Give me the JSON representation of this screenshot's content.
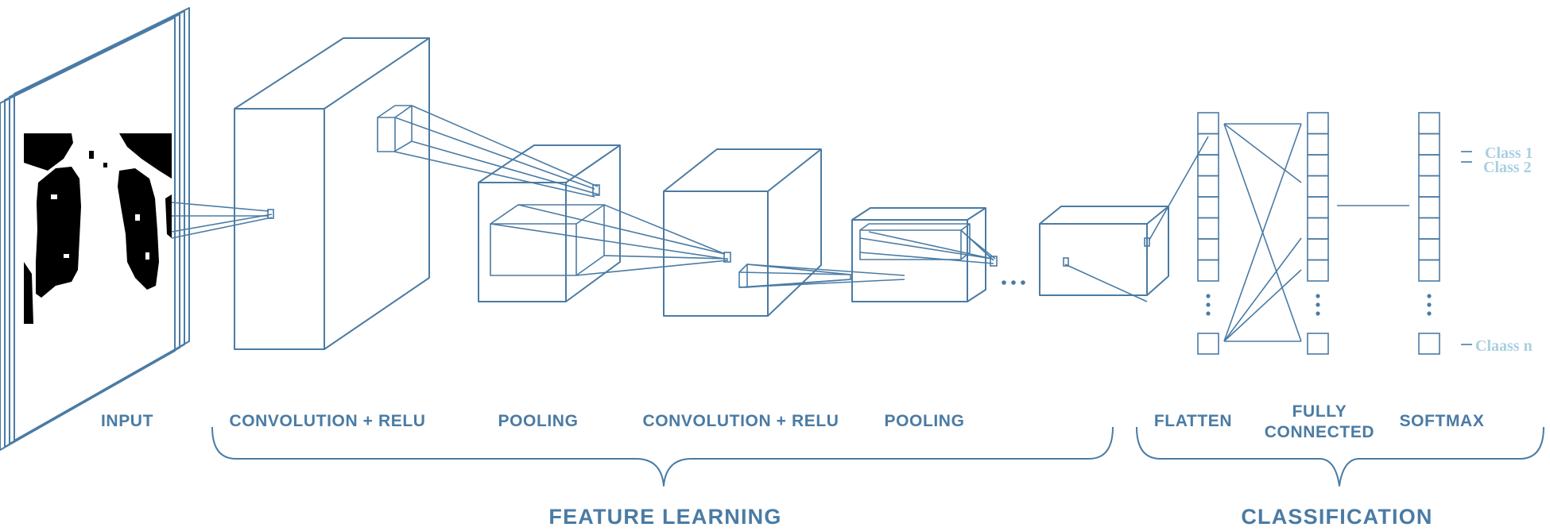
{
  "stages": {
    "input": "INPUT",
    "conv1": "CONVOLUTION + RELU",
    "pool1": "POOLING",
    "conv2": "CONVOLUTION + RELU",
    "pool2": "POOLING",
    "flatten": "FLATTEN",
    "fc_line1": "FULLY",
    "fc_line2": "CONNECTED",
    "softmax": "SOFTMAX"
  },
  "groups": {
    "feature_learning": "FEATURE LEARNING",
    "classification": "CLASSIFICATION"
  },
  "classes": [
    "Class 1",
    "Class 2",
    "Claass n"
  ],
  "ellipsis": "...",
  "colors": {
    "line": "#4a7ba4",
    "class_text": "#a9d0e0",
    "xray_dark": "#000000",
    "xray_light": "#ffffff"
  }
}
